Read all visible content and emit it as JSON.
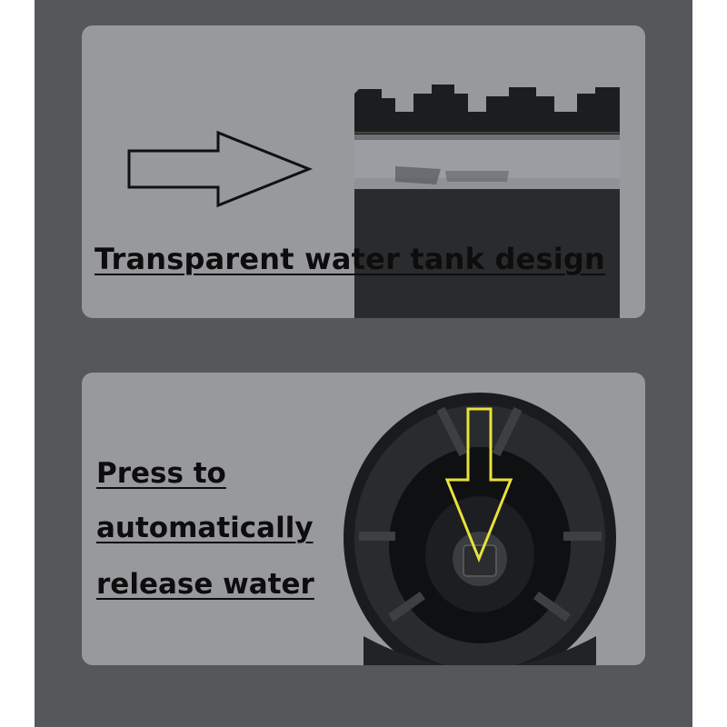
{
  "top_panel": {
    "caption": "Transparent water tank design",
    "arrow_icon": "right-arrow-outline-icon",
    "product_icon": "water-tank-cylinder"
  },
  "bottom_panel": {
    "caption_lines": [
      "Press to",
      "automatically",
      "release water"
    ],
    "arrow_icon": "down-arrow-outline-icon",
    "arrow_color": "#e8e23a",
    "product_icon": "valve-top-view"
  },
  "colors": {
    "frame": "#55575a",
    "panel": "#97999c",
    "device": "#2b2c2e"
  }
}
